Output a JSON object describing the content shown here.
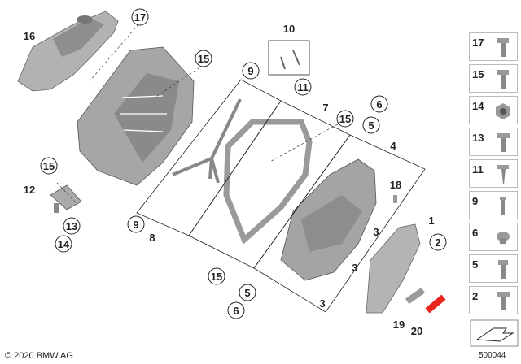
{
  "callouts": {
    "c17": "17",
    "c16": "16",
    "c15a": "15",
    "c10": "10",
    "c11": "11",
    "c9a": "9",
    "c7": "7",
    "c15b": "15",
    "c6a": "6",
    "c5a": "5",
    "c4": "4",
    "c15c": "15",
    "c12": "12",
    "c13": "13",
    "c14": "14",
    "c18": "18",
    "c9b": "9",
    "c8": "8",
    "c3a": "3",
    "c3b": "3",
    "c3c": "3",
    "c1": "1",
    "c2": "2",
    "c15d": "15",
    "c5b": "5",
    "c6b": "6",
    "c19": "19",
    "c20": "20"
  },
  "side_panel": [
    {
      "num": "17",
      "icon": "screw-icon"
    },
    {
      "num": "15",
      "icon": "screw-icon"
    },
    {
      "num": "14",
      "icon": "nut-icon"
    },
    {
      "num": "13",
      "icon": "screw-icon"
    },
    {
      "num": "11",
      "icon": "tapping-screw-icon"
    },
    {
      "num": "9",
      "icon": "pin-icon"
    },
    {
      "num": "6",
      "icon": "grommet-icon"
    },
    {
      "num": "5",
      "icon": "screw-icon"
    },
    {
      "num": "2",
      "icon": "screw-icon"
    }
  ],
  "copyright": "© 2020 BMW AG",
  "diagram_code": "500044",
  "colors": {
    "part_fill": "#a9a9a9",
    "part_dark": "#7c7c7c",
    "highlight": "#e8241c",
    "line": "#222222"
  }
}
